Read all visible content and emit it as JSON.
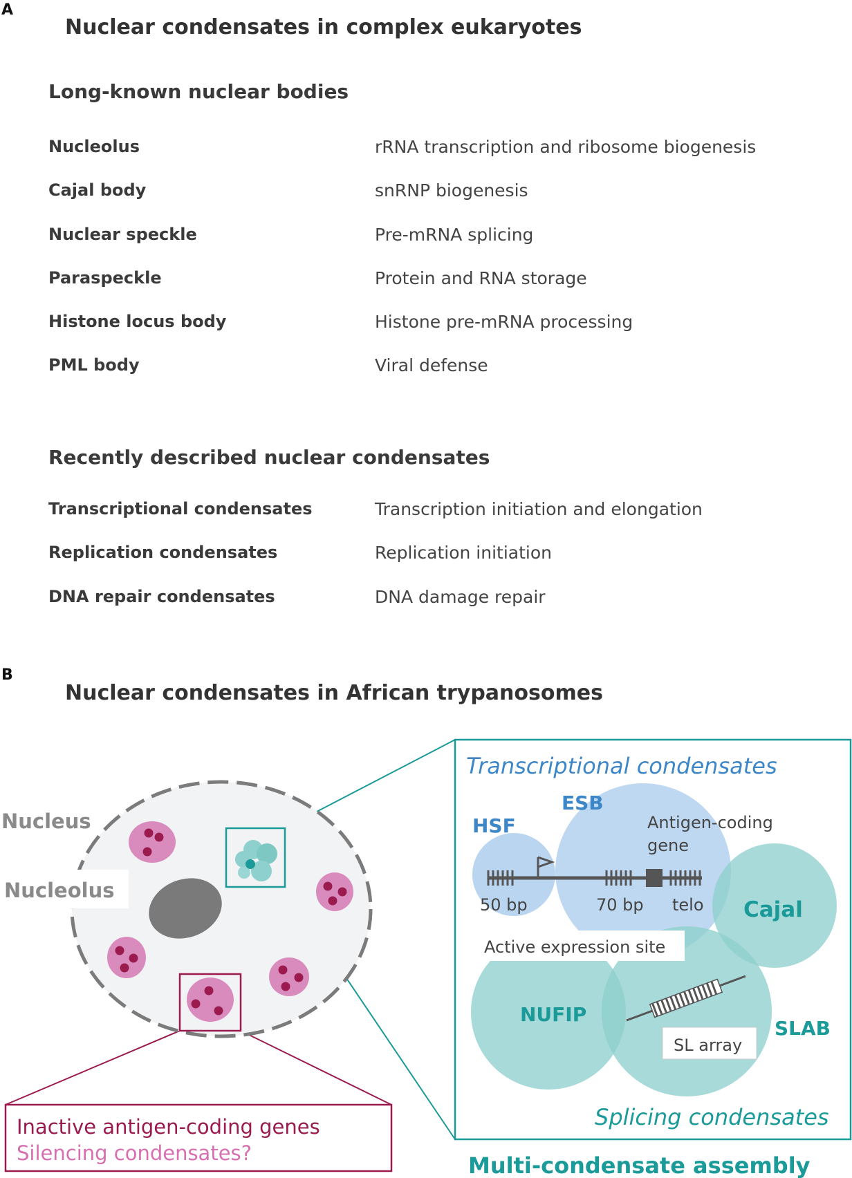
{
  "panel_a": {
    "letter": "A",
    "title": "Nuclear condensates in complex eukaryotes",
    "long_known": {
      "heading": "Long-known nuclear bodies",
      "rows": [
        {
          "name": "Nucleolus",
          "function": "rRNA transcription and ribosome biogenesis"
        },
        {
          "name": "Cajal body",
          "function": "snRNP biogenesis"
        },
        {
          "name": "Nuclear speckle",
          "function": "Pre-mRNA splicing"
        },
        {
          "name": "Paraspeckle",
          "function": "Protein and RNA storage"
        },
        {
          "name": "Histone locus body",
          "function": "Histone pre-mRNA processing"
        },
        {
          "name": "PML body",
          "function": "Viral defense"
        }
      ]
    },
    "recent": {
      "heading": "Recently described nuclear condensates",
      "rows": [
        {
          "name": "Transcriptional condensates",
          "function": "Transcription initiation and elongation"
        },
        {
          "name": "Replication condensates",
          "function": "Replication initiation"
        },
        {
          "name": "DNA repair condensates",
          "function": "DNA damage repair"
        }
      ]
    }
  },
  "panel_b": {
    "letter": "B",
    "title": "Nuclear condensates in African trypanosomes",
    "nucleus_label": "Nucleus",
    "nucleolus_label": "Nucleolus",
    "inactive_box": {
      "line1": "Inactive antigen-coding genes",
      "line2": "Silencing condensates?"
    },
    "inset": {
      "transcriptional_label": "Transcriptional condensates",
      "splicing_label": "Splicing condensates",
      "multi_label": "Multi-condensate assembly",
      "hsf": "HSF",
      "esb": "ESB",
      "antigen_gene_line1": "Antigen-coding",
      "antigen_gene_line2": "gene",
      "cajal": "Cajal",
      "nufip": "NUFIP",
      "slab": "SLAB",
      "bp50": "50 bp",
      "bp70": "70 bp",
      "telo": "telo",
      "active_site": "Active expression site",
      "sl_array": "SL array"
    },
    "colors": {
      "teal": "#1a9a98",
      "teal_light": "#8ed0cd",
      "blue": "#3d87c8",
      "blue_light": "#a9cbec",
      "magenta": "#9b1b4f",
      "pink": "#d98bbd",
      "pink_text": "#d76fb0",
      "nucleolus_gray": "#7a7a7a"
    }
  }
}
